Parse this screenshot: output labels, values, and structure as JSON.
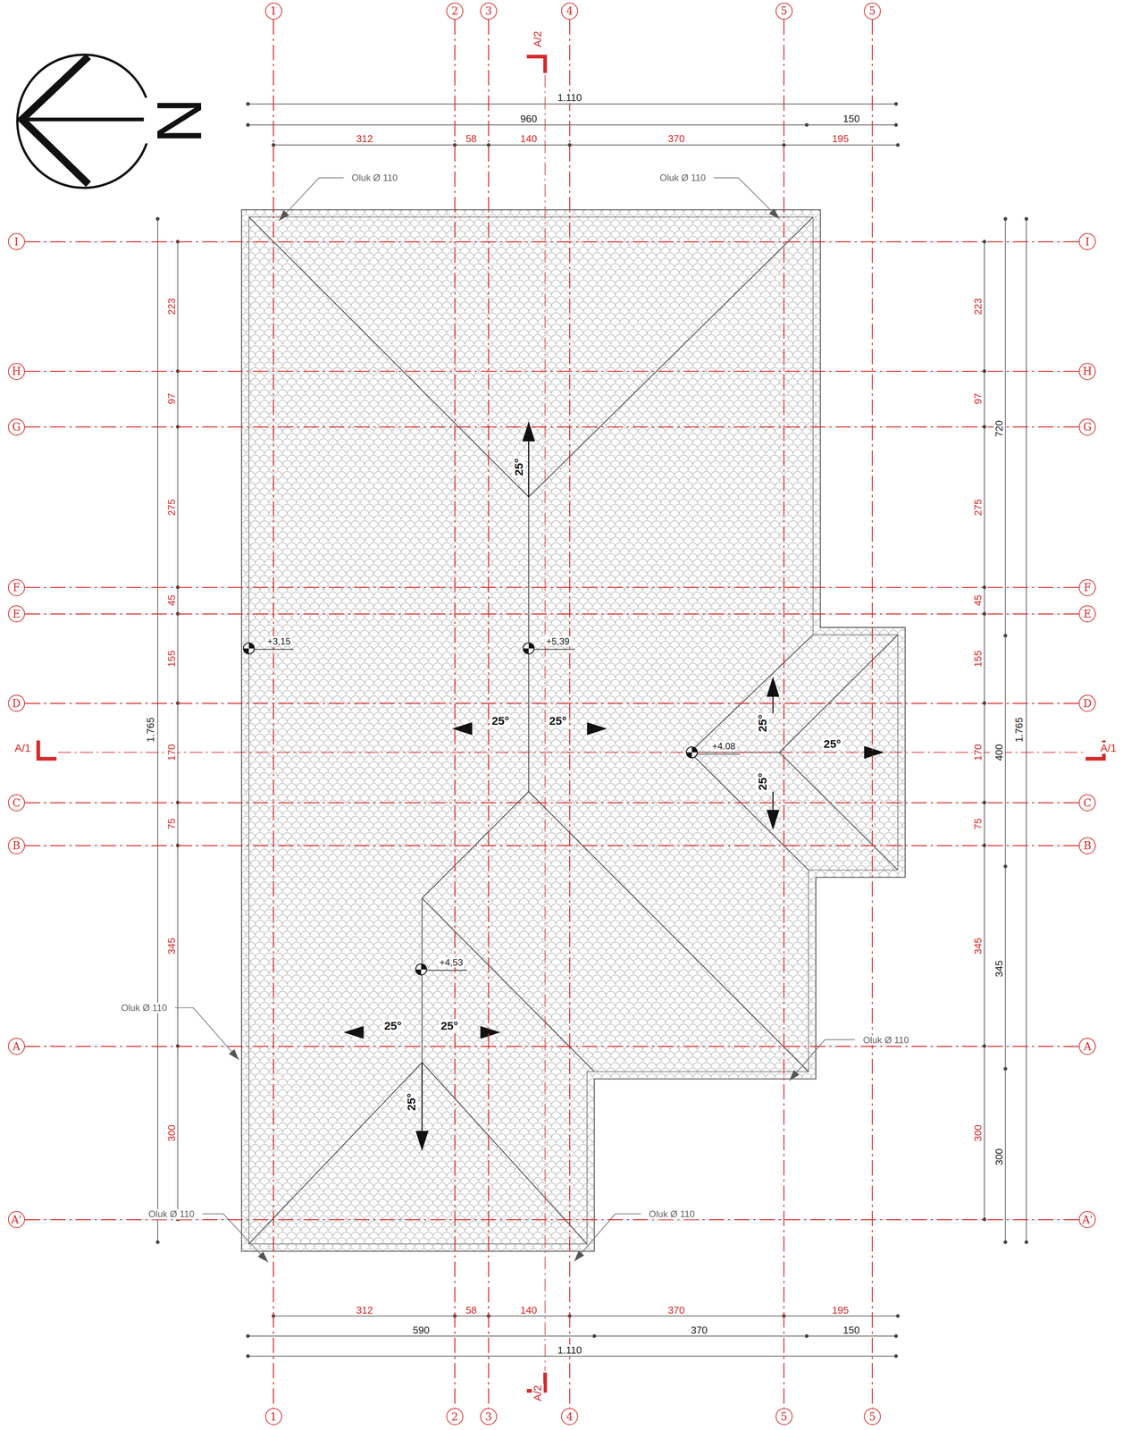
{
  "diagram": {
    "nodes": [
      {
        "text": [
          "1"
        ]
      },
      {
        "text": [
          "2"
        ]
      },
      {
        "text": [
          "3"
        ]
      },
      {
        "text": [
          "4"
        ]
      },
      {
        "text": [
          "5"
        ]
      },
      {
        "text": [
          "5"
        ]
      },
      {
        "text": [
          "I"
        ]
      },
      {
        "text": [
          "I"
        ]
      },
      {
        "text": [
          "H"
        ]
      },
      {
        "text": [
          "H"
        ]
      },
      {
        "text": [
          "G"
        ]
      },
      {
        "text": [
          "G"
        ]
      },
      {
        "text": [
          "F"
        ]
      },
      {
        "text": [
          "F"
        ]
      },
      {
        "text": [
          "E"
        ]
      },
      {
        "text": [
          "E"
        ]
      },
      {
        "text": [
          "D"
        ]
      },
      {
        "text": [
          "D"
        ]
      },
      {
        "text": [
          "C"
        ]
      },
      {
        "text": [
          "C"
        ]
      },
      {
        "text": [
          "B"
        ]
      },
      {
        "text": [
          "B"
        ]
      },
      {
        "text": [
          "A"
        ]
      },
      {
        "text": [
          "A"
        ]
      },
      {
        "text": [
          "A'"
        ]
      },
      {
        "text": [
          "A'"
        ]
      },
      {
        "text": [
          "1"
        ]
      },
      {
        "text": [
          "2"
        ]
      },
      {
        "text": [
          "3"
        ]
      },
      {
        "text": [
          "4"
        ]
      },
      {
        "text": [
          "5"
        ]
      },
      {
        "text": [
          "5"
        ]
      }
    ],
    "edges": [
      {
        "from": 0,
        "to": 26,
        "arrow": "none"
      },
      {
        "from": 1,
        "to": 27,
        "arrow": "none"
      },
      {
        "from": 2,
        "to": 28,
        "arrow": "none"
      },
      {
        "from": 3,
        "to": 29,
        "arrow": "none"
      },
      {
        "from": 4,
        "to": 30,
        "arrow": "none"
      },
      {
        "from": 5,
        "to": 31,
        "arrow": "none"
      },
      {
        "from": 6,
        "to": 7,
        "arrow": "none"
      },
      {
        "from": 8,
        "to": 9,
        "arrow": "none"
      },
      {
        "from": 10,
        "to": 11,
        "arrow": "none"
      },
      {
        "from": 12,
        "to": 13,
        "arrow": "none"
      },
      {
        "from": 14,
        "to": 15,
        "arrow": "none"
      },
      {
        "from": 16,
        "to": 17,
        "arrow": "none"
      },
      {
        "from": 18,
        "to": 19,
        "arrow": "none"
      },
      {
        "from": 20,
        "to": 21,
        "arrow": "none"
      },
      {
        "from": 22,
        "to": 23,
        "arrow": "none"
      },
      {
        "from": 24,
        "to": 25,
        "arrow": "none"
      }
    ],
    "labels": [
      "1.110",
      "960",
      "150",
      "312",
      "58",
      "140",
      "370",
      "195",
      "312",
      "58",
      "140",
      "370",
      "195",
      "590",
      "370",
      "150",
      "1.110",
      "223",
      "97",
      "275",
      "45",
      "155",
      "170",
      "75",
      "345",
      "300",
      "1.765",
      "223",
      "97",
      "275",
      "45",
      "155",
      "170",
      "75",
      "345",
      "300",
      "720",
      "400",
      "345",
      "300",
      "1.765",
      "Oluk Ø 110",
      "Oluk Ø 110",
      "Oluk Ø 110",
      "Oluk Ø 110",
      "Oluk Ø 110",
      "Oluk Ø 110",
      "+3,15",
      "+5,39",
      "+4.08",
      "+4,53",
      "25°",
      "25°",
      "25°",
      "25°",
      "25°",
      "25°",
      "25°",
      "25°",
      "25°",
      "A/2",
      "A/2",
      "A/1",
      "A/1",
      "N"
    ]
  }
}
